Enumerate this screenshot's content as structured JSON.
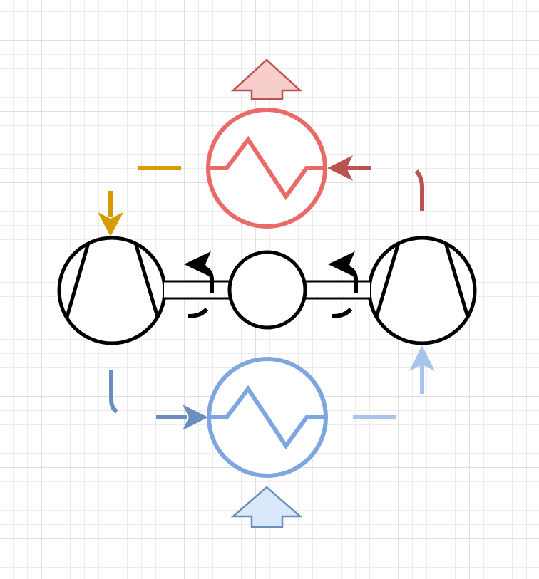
{
  "colors": {
    "hot": "#EA6B66",
    "hot_dark": "#B85450",
    "hot_fill": "#F8CECC",
    "cold": "#7EA6E0",
    "cold_dark": "#6C8EBF",
    "cold_light": "#A9C4EB",
    "cold_fill": "#DAE8FC",
    "orange": "#D79B00",
    "black": "#000000"
  },
  "components": [
    {
      "id": "condenser",
      "type": "heat-exchanger",
      "color": "hot"
    },
    {
      "id": "evaporator",
      "type": "heat-exchanger",
      "color": "cold"
    },
    {
      "id": "left-compressor",
      "type": "compressor"
    },
    {
      "id": "right-compressor",
      "type": "compressor"
    },
    {
      "id": "center-motor",
      "type": "motor"
    }
  ],
  "icons": [
    "heat-out-arrow-icon",
    "heat-in-arrow-icon",
    "flow-arrow-icon",
    "rotation-arrow-icon"
  ]
}
